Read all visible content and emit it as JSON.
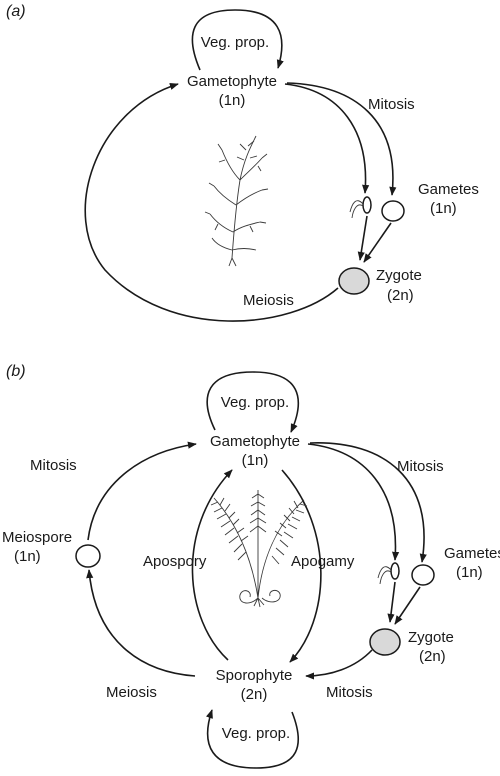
{
  "panel_a": {
    "tag": "(a)",
    "veg_prop": "Veg. prop.",
    "gametophyte": "Gametophyte",
    "gametophyte_ploidy": "(1n)",
    "mitosis": "Mitosis",
    "gametes": "Gametes",
    "gametes_ploidy": "(1n)",
    "zygote": "Zygote",
    "zygote_ploidy": "(2n)",
    "meiosis": "Meiosis"
  },
  "panel_b": {
    "tag": "(b)",
    "veg_prop_top": "Veg. prop.",
    "gametophyte": "Gametophyte",
    "gametophyte_ploidy": "(1n)",
    "mitosis_left": "Mitosis",
    "mitosis_right": "Mitosis",
    "meiospore": "Meiospore",
    "meiospore_ploidy": "(1n)",
    "apospory": "Apospory",
    "apogamy": "Apogamy",
    "gametes": "Gametes",
    "gametes_ploidy": "(1n)",
    "zygote": "Zygote",
    "zygote_ploidy": "(2n)",
    "meiosis": "Meiosis",
    "sporophyte": "Sporophyte",
    "sporophyte_ploidy": "(2n)",
    "mitosis_bottom": "Mitosis",
    "veg_prop_bottom": "Veg. prop."
  },
  "colors": {
    "zygote_fill": "#d9d9d9",
    "ink": "#1a1a1a"
  },
  "icons": [
    "moss-plant-illustration",
    "fern-plant-illustration",
    "sperm-cell-icon"
  ]
}
